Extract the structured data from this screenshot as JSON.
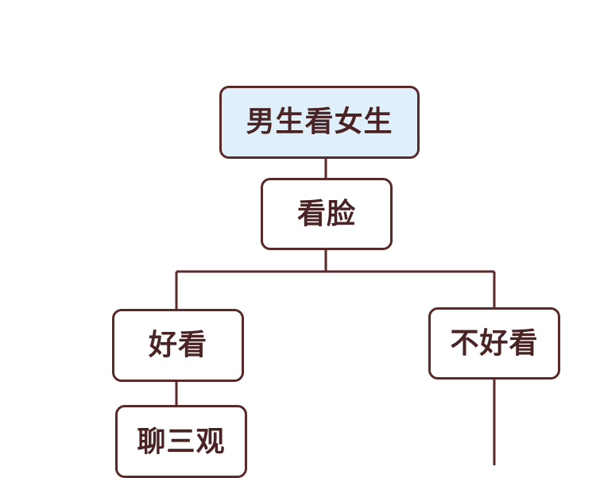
{
  "colors": {
    "line": "#5a2a2a",
    "text": "#4a2424",
    "root_fill": "#dff0fb",
    "node_fill": "#ffffff"
  },
  "flowchart": {
    "root": "男生看女生",
    "step1": "看脸",
    "left_branch": "好看",
    "right_branch": "不好看",
    "left_next": "聊三观"
  }
}
